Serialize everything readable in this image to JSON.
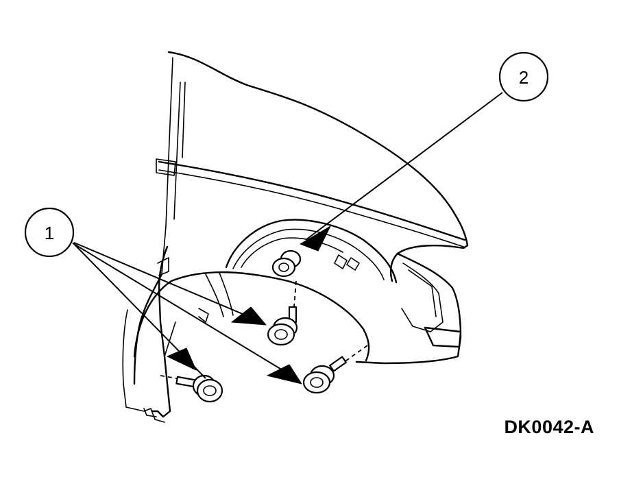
{
  "callouts": [
    {
      "id": "1",
      "label": "1"
    },
    {
      "id": "2",
      "label": "2"
    }
  ],
  "figure_code": "DK0042-A"
}
